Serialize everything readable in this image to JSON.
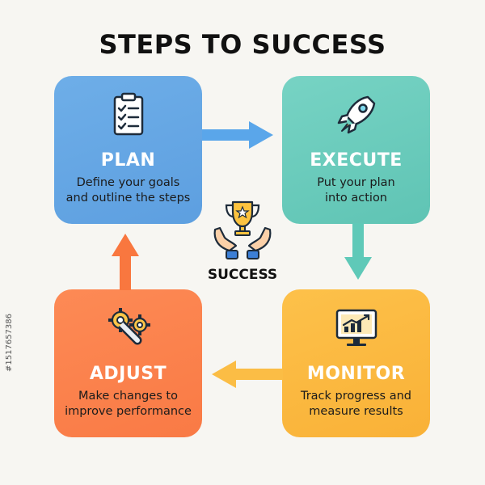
{
  "title": "STEPS TO SUCCESS",
  "steps": {
    "plan": {
      "label": "PLAN",
      "desc_line1": "Define your goals",
      "desc_line2": "and outline the steps",
      "icon": "clipboard-checklist-icon"
    },
    "execute": {
      "label": "EXECUTE",
      "desc_line1": "Put your plan",
      "desc_line2": "into action",
      "icon": "rocket-icon"
    },
    "monitor": {
      "label": "MONITOR",
      "desc_line1": "Track progress and",
      "desc_line2": "measure results",
      "icon": "monitor-chart-icon"
    },
    "adjust": {
      "label": "ADJUST",
      "desc_line1": "Make changes to",
      "desc_line2": "improve performance",
      "icon": "gears-wrench-icon"
    }
  },
  "center": {
    "label": "SUCCESS",
    "icon": "trophy-hands-icon"
  },
  "watermark": "#1517657386",
  "colors": {
    "plan": "#6aa9e6",
    "execute": "#6ccbbb",
    "monitor": "#fbb940",
    "adjust": "#fb824d",
    "arrow_blue": "#5aa6ea",
    "arrow_teal": "#5fc9b8",
    "arrow_yellow": "#fbbd45",
    "arrow_orange": "#f9773f"
  }
}
